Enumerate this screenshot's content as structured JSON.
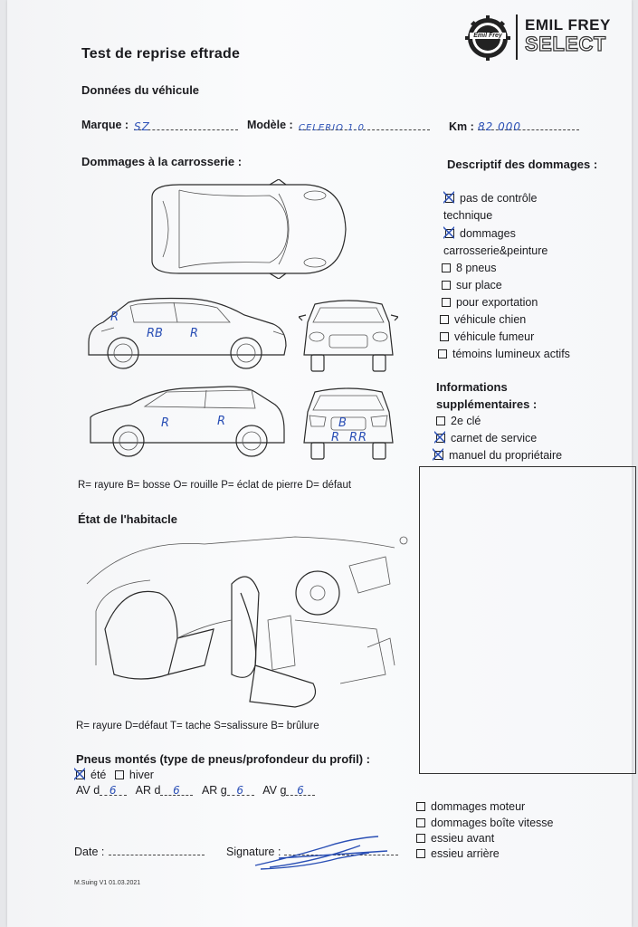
{
  "header": {
    "title": "Test de reprise eftrade",
    "brand_top": "EMIL FREY",
    "brand_bottom": "SELECT",
    "logo_badge": "Emil Frey"
  },
  "vehicle": {
    "section_label": "Données du véhicule",
    "marque_label": "Marque :",
    "marque_value": "SZ",
    "modele_label": "Modèle :",
    "modele_value": "CELERIO 1.0",
    "km_label": "Km :",
    "km_value": "82 000"
  },
  "body_damage": {
    "label": "Dommages à la carrosserie :",
    "marks": {
      "left_side": [
        "R",
        "B",
        "R"
      ],
      "right_side": [
        "R",
        "R"
      ],
      "rear": [
        "R",
        "B",
        "R",
        "R"
      ]
    },
    "legend": "R= rayure B= bosse O= rouille P= éclat de pierre D= défaut"
  },
  "damage_desc": {
    "label": "Descriptif des dommages :",
    "items": [
      {
        "label": "pas de contrôle",
        "label2": "technique",
        "checked": true
      },
      {
        "label": "dommages",
        "label2": "carrosserie&peinture",
        "checked": true
      },
      {
        "label": "8 pneus",
        "checked": false
      },
      {
        "label": "sur place",
        "checked": false
      },
      {
        "label": "pour exportation",
        "checked": false
      },
      {
        "label": "véhicule chien",
        "checked": false
      },
      {
        "label": "véhicule fumeur",
        "checked": false
      },
      {
        "label": "témoins lumineux actifs",
        "checked": false
      }
    ]
  },
  "extra_info": {
    "label_line1": "Informations",
    "label_line2": "supplémentaires :",
    "items": [
      {
        "label": "2e clé",
        "checked": false
      },
      {
        "label": "carnet de service",
        "checked": true
      },
      {
        "label": "manuel du propriétaire",
        "checked": true
      }
    ]
  },
  "interior": {
    "label": "État de l'habitacle",
    "legend": "R= rayure D=défaut T= tache S=salissure B= brûlure"
  },
  "tyres": {
    "label": "Pneus montés (type de pneus/profondeur du profil) :",
    "summer_label": "été",
    "summer_checked": true,
    "winter_label": "hiver",
    "winter_checked": false,
    "av_d_label": "AV d",
    "av_d_value": "6",
    "ar_d_label": "AR d",
    "ar_d_value": "6",
    "ar_g_label": "AR g",
    "ar_g_value": "6",
    "av_g_label": "AV g",
    "av_g_value": "6"
  },
  "mechanical": {
    "items": [
      {
        "label": "dommages moteur",
        "checked": false
      },
      {
        "label": "dommages boîte vitesse",
        "checked": false
      },
      {
        "label": "essieu avant",
        "checked": false
      },
      {
        "label": "essieu arrière",
        "checked": false
      }
    ]
  },
  "footer": {
    "date_label": "Date :",
    "signature_label": "Signature :",
    "version": "M.Suing V1 01.03.2021"
  },
  "colors": {
    "ink": "#2a4fb5",
    "text": "#1b1b1f",
    "paper": "#f6f7f9"
  }
}
